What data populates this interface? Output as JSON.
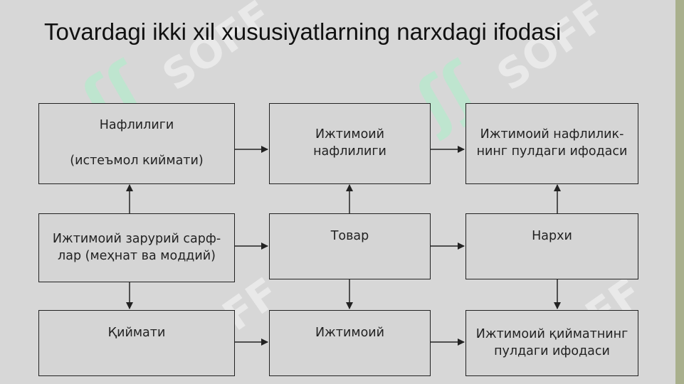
{
  "slide": {
    "title": "Tovardagi ikki xil xususiyatlarning narxdagi ifodasi",
    "watermark": "SOFF"
  },
  "diagram": {
    "row1": {
      "left": [
        "Нафлилиги",
        "(истеъмол киймати)"
      ],
      "middle": [
        "Ижтимоий",
        "нафлилиги"
      ],
      "right": [
        "Ижтимоий нафлилик-",
        "нинг пулдаги ифодаси"
      ]
    },
    "row2": {
      "left": [
        "Ижтимоий зарурий сарф-",
        "лар (меҳнат ва моддий)"
      ],
      "middle": [
        "Товар"
      ],
      "right": [
        "Нархи"
      ]
    },
    "row3": {
      "left": [
        "Қиймати"
      ],
      "middle": [
        "Ижтимоий"
      ],
      "right": [
        "Ижтимоий қийматнинг",
        "пулдаги ифодаси"
      ]
    }
  },
  "colors": {
    "background": "#d7d7d7",
    "box_border": "#222222",
    "accent_bar": "#a9b08d"
  }
}
